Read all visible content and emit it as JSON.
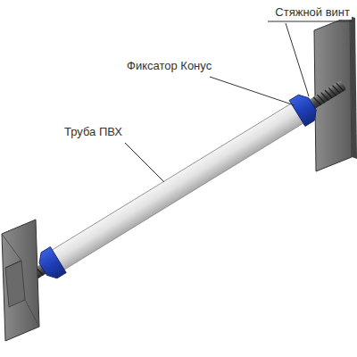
{
  "diagram": {
    "labels": [
      "Стяжной винт",
      "Фиксатор Конус",
      "Труба ПВХ"
    ]
  }
}
